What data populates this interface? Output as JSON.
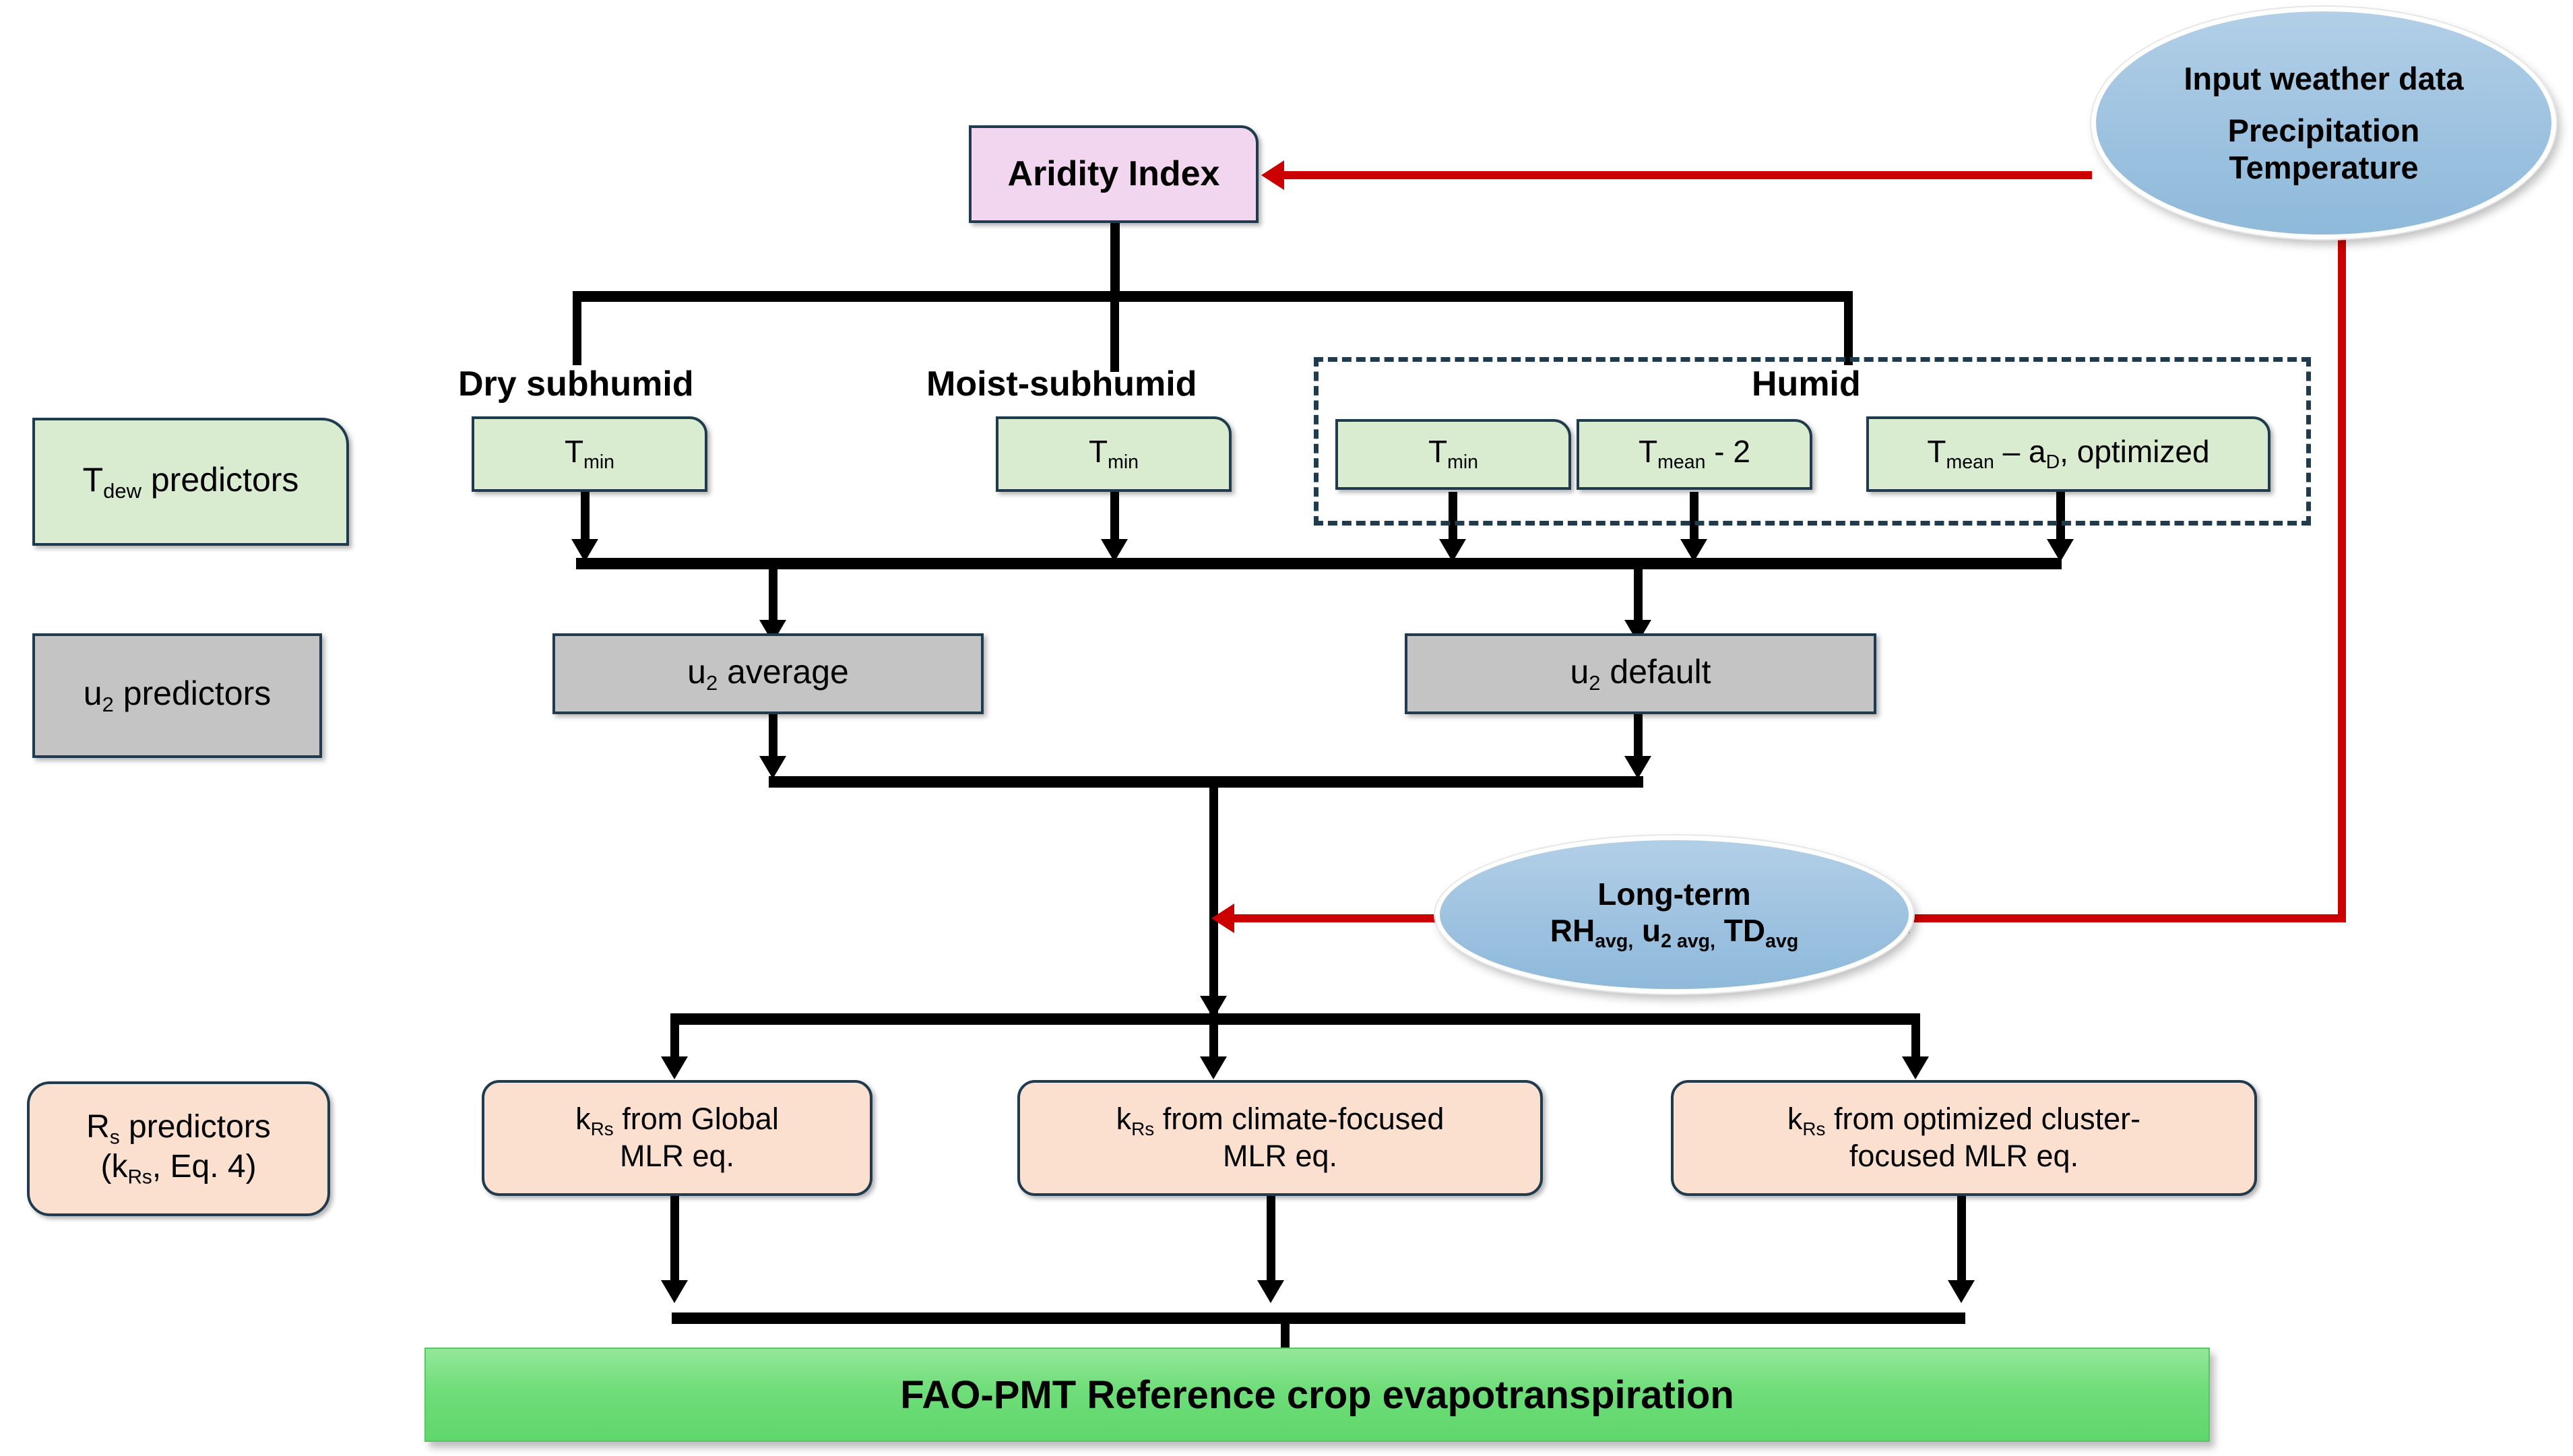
{
  "diagram": {
    "title": "FAO-PMT reference crop evapotranspiration estimation flowchart",
    "colors": {
      "green": "#d9ecd0",
      "gray": "#c4c4c4",
      "peach": "#fbe0d0",
      "pink": "#f2d5ee",
      "blue_ellipse": "#9dc2e0",
      "result_green": "#6fdd79",
      "border_dark": "#1f3b4d",
      "red_connector": "#cc0000",
      "black_connector": "#000000"
    }
  },
  "legend": {
    "items": [
      {
        "id": "tdew",
        "label_html": "T<sub>dew</sub> predictors",
        "label": "Tdew predictors",
        "color": "#d9ecd0",
        "shape": "cut-corner-rect"
      },
      {
        "id": "u2",
        "label_html": "u<sub>2</sub> predictors",
        "label": "u2 predictors",
        "color": "#c4c4c4",
        "shape": "rect"
      },
      {
        "id": "rs",
        "label_line1_html": "R<sub>s</sub> predictors",
        "label_line2_html": "(k<sub>Rs</sub>, Eq. 4)",
        "label": "Rs predictors (kRs, Eq. 4)",
        "color": "#fbe0d0",
        "shape": "rounded-rect"
      }
    ]
  },
  "nodes": {
    "input_weather": {
      "line1": "Input weather data",
      "line2": "Precipitation",
      "line3": "Temperature",
      "shape": "ellipse",
      "color": "#9dc2e0"
    },
    "aridity_index": {
      "label": "Aridity Index",
      "shape": "cut-corner-rect",
      "color": "#f2d5ee"
    },
    "long_term": {
      "line1": "Long-term",
      "line2_html": "RH<sub>avg,</sub> u<sub>2 avg,</sub> TD<sub>avg</sub>",
      "line2": "RHavg, u2 avg, TDavg",
      "shape": "ellipse",
      "color": "#9dc2e0"
    },
    "result": {
      "label": "FAO-PMT Reference crop evapotranspiration",
      "shape": "bar",
      "color": "#6fdd79"
    }
  },
  "climate_classes": [
    {
      "id": "dry-subhumid",
      "label": "Dry subhumid"
    },
    {
      "id": "moist-subhumid",
      "label": "Moist-subhumid"
    },
    {
      "id": "humid",
      "label": "Humid"
    }
  ],
  "tdew_boxes": [
    {
      "id": "dry-tmin",
      "label_html": "T<sub>min</sub>",
      "label": "Tmin",
      "group": "dry-subhumid"
    },
    {
      "id": "moist-tmin",
      "label_html": "T<sub>min</sub>",
      "label": "Tmin",
      "group": "moist-subhumid"
    },
    {
      "id": "humid-tmin",
      "label_html": "T<sub>min</sub>",
      "label": "Tmin",
      "group": "humid"
    },
    {
      "id": "humid-tmean-2",
      "label_html": "T<sub>mean</sub> - 2",
      "label": "Tmean - 2",
      "group": "humid"
    },
    {
      "id": "humid-tmean-ad",
      "label_html": "T<sub>mean</sub> &#8211; a<sub>D</sub>, optimized",
      "label": "Tmean – aD, optimized",
      "group": "humid"
    }
  ],
  "u2_boxes": [
    {
      "id": "u2-average",
      "label_html": "u<sub>2</sub> average",
      "label": "u2 average"
    },
    {
      "id": "u2-default",
      "label_html": "u<sub>2</sub> default",
      "label": "u2 default"
    }
  ],
  "krs_boxes": [
    {
      "id": "krs-global",
      "line1_html": "k<sub>Rs</sub> from Global",
      "line2": "MLR eq.",
      "line1": "kRs from Global"
    },
    {
      "id": "krs-climate",
      "line1_html": "k<sub>Rs</sub> from climate-focused",
      "line2": "MLR eq.",
      "line1": "kRs from climate-focused"
    },
    {
      "id": "krs-cluster",
      "line1_html": "k<sub>Rs</sub> from optimized cluster-",
      "line2": "focused MLR eq.",
      "line1": "kRs from optimized cluster-"
    }
  ]
}
